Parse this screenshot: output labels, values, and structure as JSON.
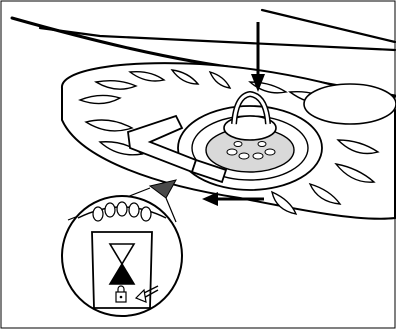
{
  "diagram": {
    "kind": "dishwasher filter removal line illustration",
    "stroke_color": "#000000",
    "fill_color": "#ffffff",
    "shade_color": "#d9d9d9",
    "dark_color": "#4a4a4a",
    "arrows": [
      {
        "name": "push-down-arrow",
        "direction": "down"
      },
      {
        "name": "turn-left-arrow",
        "direction": "left"
      },
      {
        "name": "unlock-arrow",
        "direction": "left"
      }
    ],
    "detail_inset": {
      "shape": "circle",
      "symbols": [
        "hourglass-mark",
        "padlock-icon"
      ]
    }
  }
}
